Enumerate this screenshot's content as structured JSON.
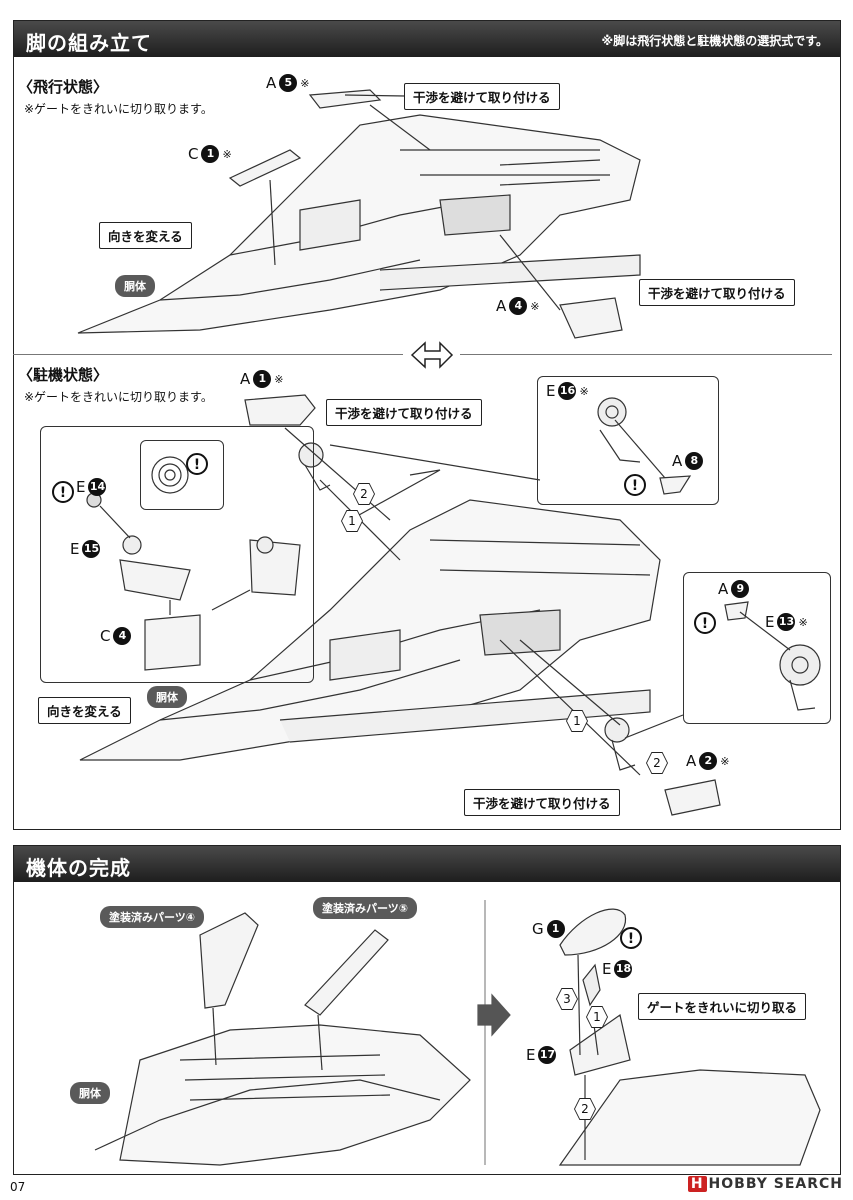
{
  "section1": {
    "title": "脚の組み立て",
    "note": "※脚は飛行状態と駐機状態の選択式です。",
    "flight": {
      "heading": "〈飛行状態〉",
      "note": "※ゲートをきれいに切り取ります。",
      "callout_top": "干渉を避けて取り付ける",
      "callout_right": "干渉を避けて取り付ける",
      "callout_left": "向きを変える",
      "body_label": "胴体",
      "parts": {
        "a5": {
          "letter": "A",
          "num": "5",
          "mark": "※"
        },
        "c1": {
          "letter": "C",
          "num": "1",
          "mark": "※"
        },
        "a4": {
          "letter": "A",
          "num": "4",
          "mark": "※"
        }
      }
    },
    "parked": {
      "heading": "〈駐機状態〉",
      "note": "※ゲートをきれいに切り取ります。",
      "callout_top": "干渉を避けて取り付ける",
      "callout_bottom": "干渉を避けて取り付ける",
      "callout_left": "向きを変える",
      "body_label": "胴体",
      "parts": {
        "a1": {
          "letter": "A",
          "num": "1",
          "mark": "※"
        },
        "e16": {
          "letter": "E",
          "num": "16",
          "mark": "※"
        },
        "a8": {
          "letter": "A",
          "num": "8",
          "mark": ""
        },
        "e14": {
          "letter": "E",
          "num": "14",
          "mark": ""
        },
        "e15": {
          "letter": "E",
          "num": "15",
          "mark": ""
        },
        "c4": {
          "letter": "C",
          "num": "4",
          "mark": ""
        },
        "a9": {
          "letter": "A",
          "num": "9",
          "mark": ""
        },
        "e13": {
          "letter": "E",
          "num": "13",
          "mark": "※"
        },
        "a2": {
          "letter": "A",
          "num": "2",
          "mark": "※"
        }
      },
      "steps": {
        "s1": "1",
        "s2": "2"
      }
    },
    "warning_symbol": "!"
  },
  "section2": {
    "title": "機体の完成",
    "painted4": "塗装済みパーツ④",
    "painted5": "塗装済みパーツ⑤",
    "body_label": "胴体",
    "callout": "ゲートをきれいに切り取る",
    "parts": {
      "g1": {
        "letter": "G",
        "num": "1"
      },
      "e18": {
        "letter": "E",
        "num": "18"
      },
      "e17": {
        "letter": "E",
        "num": "17"
      }
    },
    "steps": {
      "s1": "1",
      "s2": "2",
      "s3": "3"
    }
  },
  "footer": {
    "page": "07",
    "watermark_badge": "H",
    "watermark": "HOBBY SEARCH"
  }
}
